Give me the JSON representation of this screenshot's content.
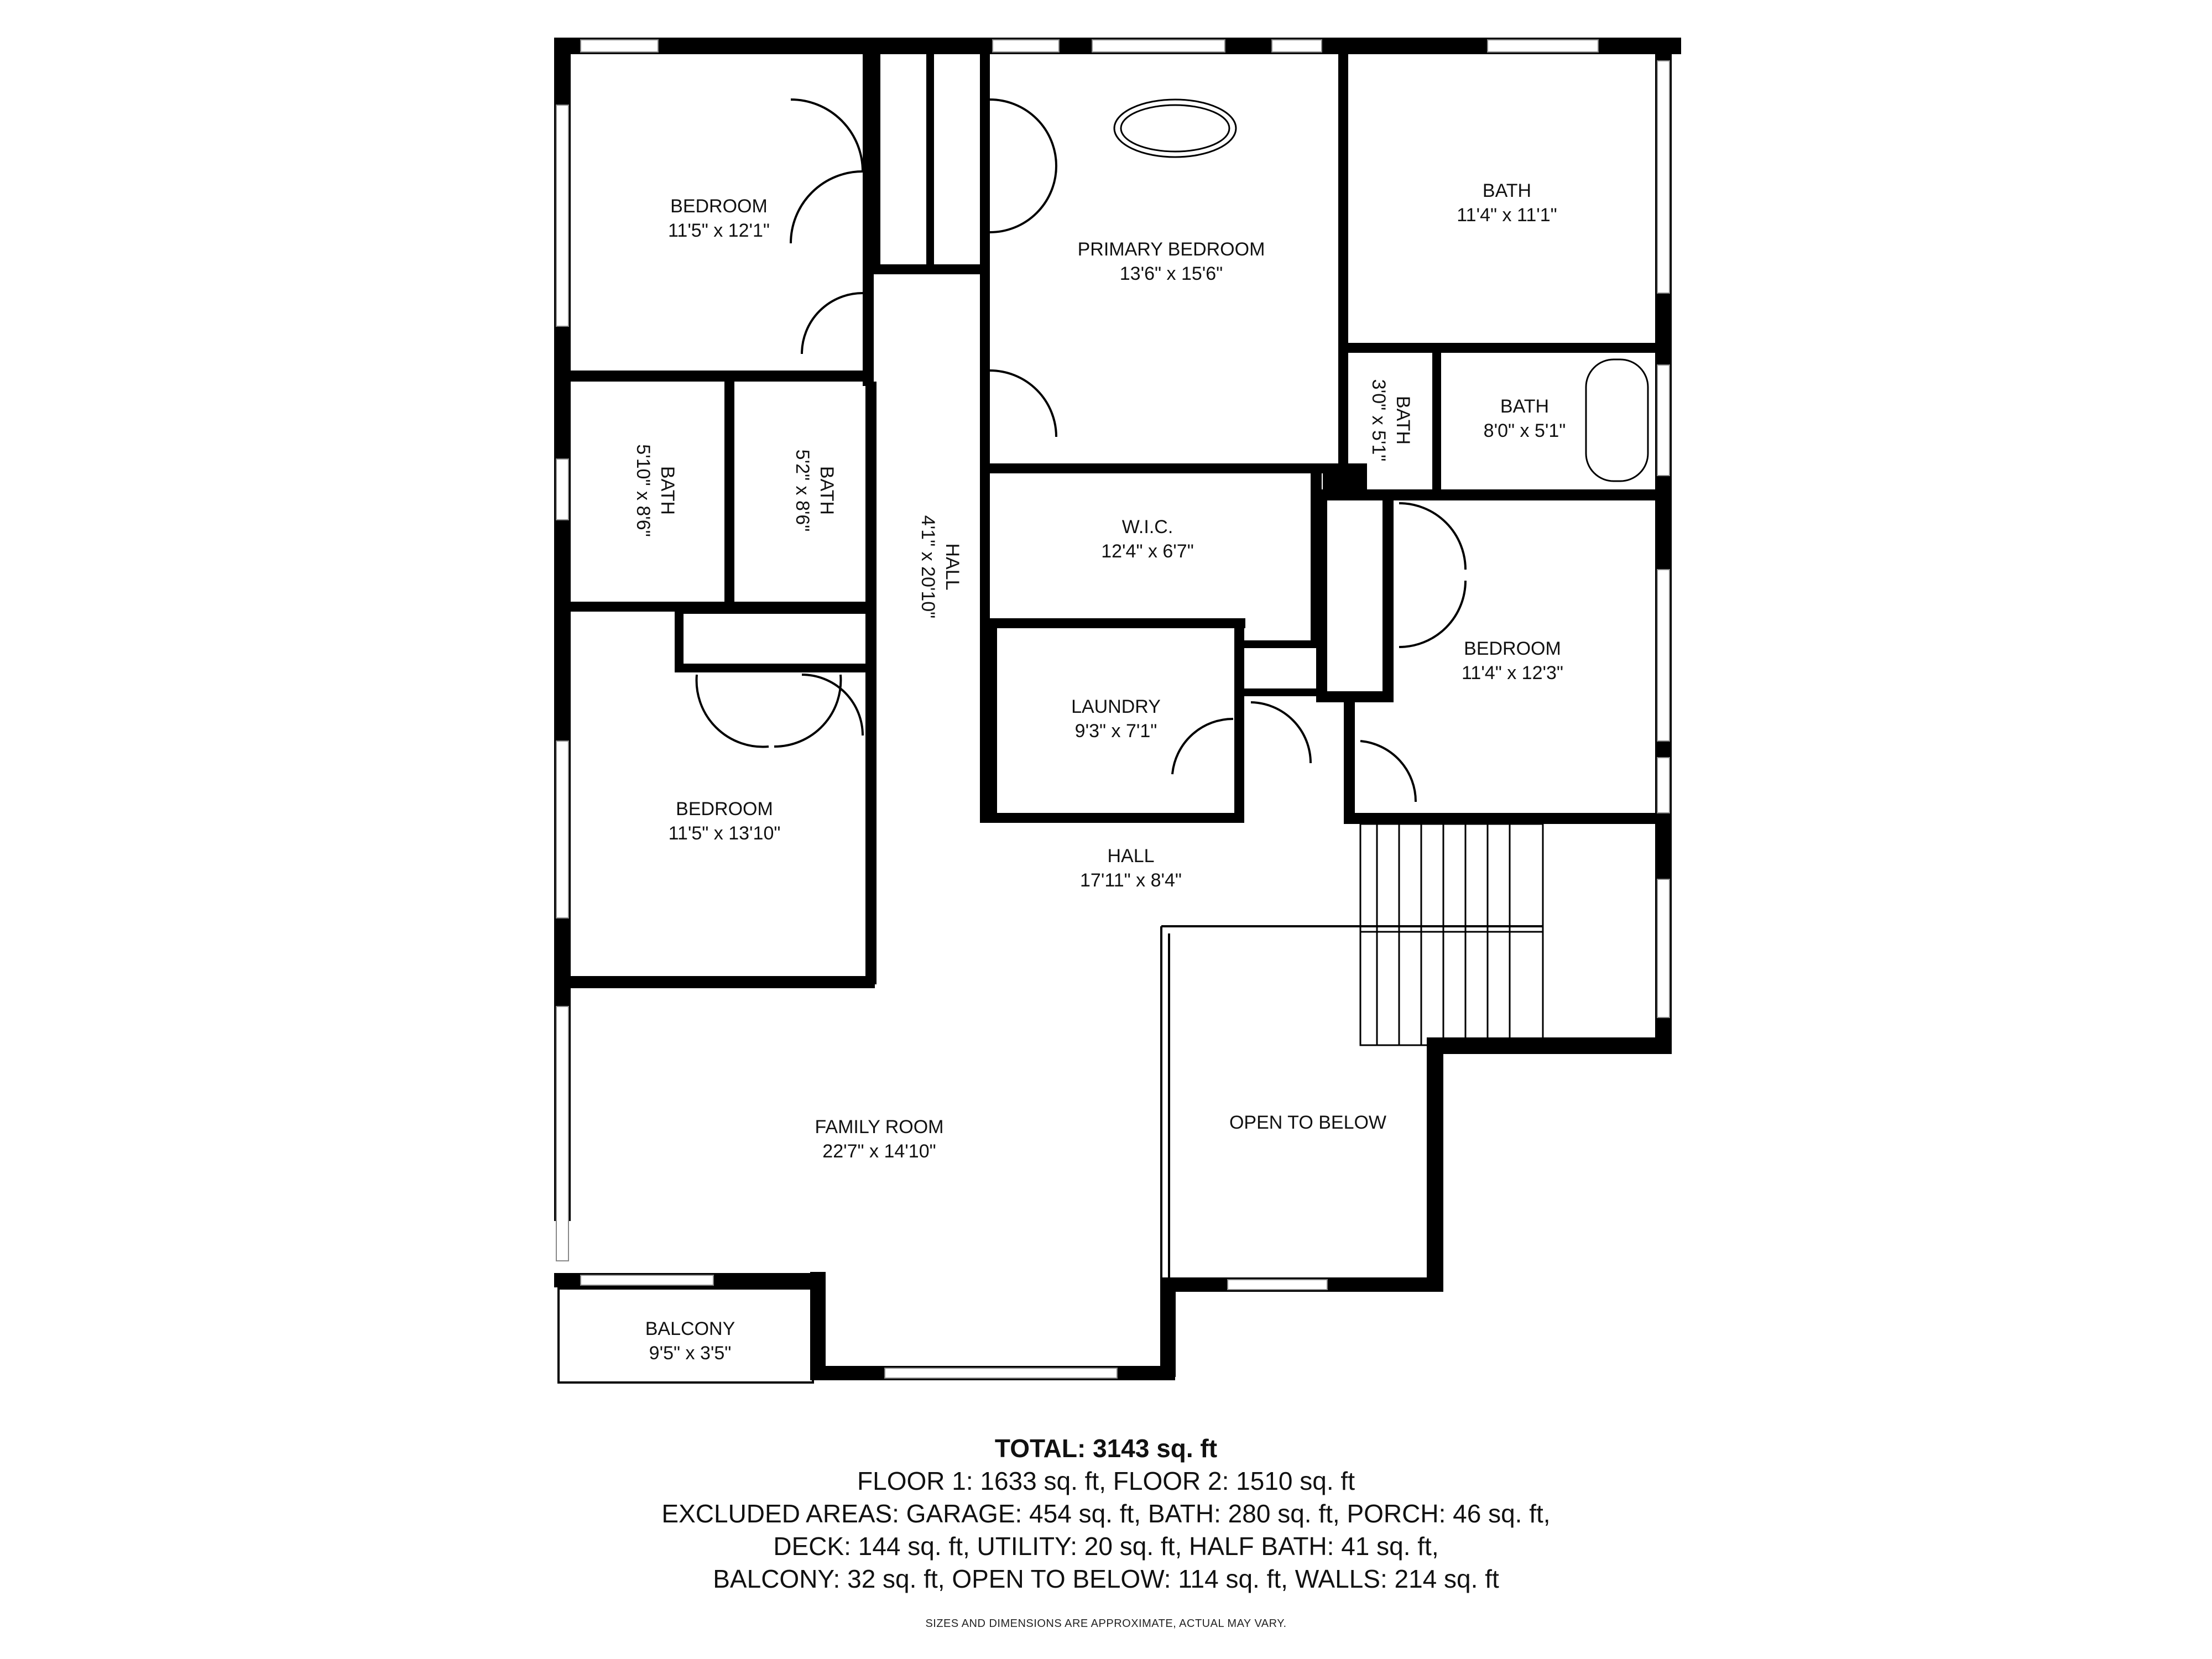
{
  "rooms": [
    {
      "id": "bedroom-nw",
      "name": "BEDROOM",
      "dims": "11'5\" x 12'1\""
    },
    {
      "id": "primary-bedroom",
      "name": "PRIMARY BEDROOM",
      "dims": "13'6\" x 15'6\""
    },
    {
      "id": "bath-ne",
      "name": "BATH",
      "dims": "11'4\" x 11'1\""
    },
    {
      "id": "bath-small",
      "name": "BATH",
      "dims": "3'0\" x 5'1\""
    },
    {
      "id": "bath-tub",
      "name": "BATH",
      "dims": "8'0\" x 5'1\""
    },
    {
      "id": "bath-w1",
      "name": "BATH",
      "dims": "5'10\" x 8'6\""
    },
    {
      "id": "bath-w2",
      "name": "BATH",
      "dims": "5'2\" x 8'6\""
    },
    {
      "id": "hall-vertical",
      "name": "HALL",
      "dims": "4'1\" x 20'10\""
    },
    {
      "id": "wic",
      "name": "W.I.C.",
      "dims": "12'4\" x 6'7\""
    },
    {
      "id": "bedroom-e",
      "name": "BEDROOM",
      "dims": "11'4\" x 12'3\""
    },
    {
      "id": "laundry",
      "name": "LAUNDRY",
      "dims": "9'3\" x 7'1\""
    },
    {
      "id": "bedroom-sw",
      "name": "BEDROOM",
      "dims": "11'5\" x 13'10\""
    },
    {
      "id": "hall-main",
      "name": "HALL",
      "dims": "17'11\" x 8'4\""
    },
    {
      "id": "family-room",
      "name": "FAMILY ROOM",
      "dims": "22'7\" x 14'10\""
    },
    {
      "id": "open-to-below",
      "name": "OPEN TO BELOW",
      "dims": ""
    },
    {
      "id": "balcony",
      "name": "BALCONY",
      "dims": "9'5\" x 3'5\""
    }
  ],
  "summary": {
    "total": "TOTAL: 3143 sq. ft",
    "floors": "FLOOR 1: 1633 sq. ft, FLOOR 2: 1510 sq. ft",
    "excluded_1": "EXCLUDED AREAS: GARAGE: 454 sq. ft, BATH: 280 sq. ft, PORCH: 46 sq. ft,",
    "excluded_2": "DECK: 144 sq. ft, UTILITY: 20 sq. ft, HALF BATH: 41 sq. ft,",
    "excluded_3": "BALCONY: 32 sq. ft, OPEN TO BELOW: 114 sq. ft, WALLS: 214 sq. ft"
  },
  "disclaimer": "SIZES AND DIMENSIONS ARE APPROXIMATE, ACTUAL MAY VARY.",
  "colors": {
    "wall": "#000000",
    "window": "#ffffff",
    "background": "#ffffff"
  }
}
